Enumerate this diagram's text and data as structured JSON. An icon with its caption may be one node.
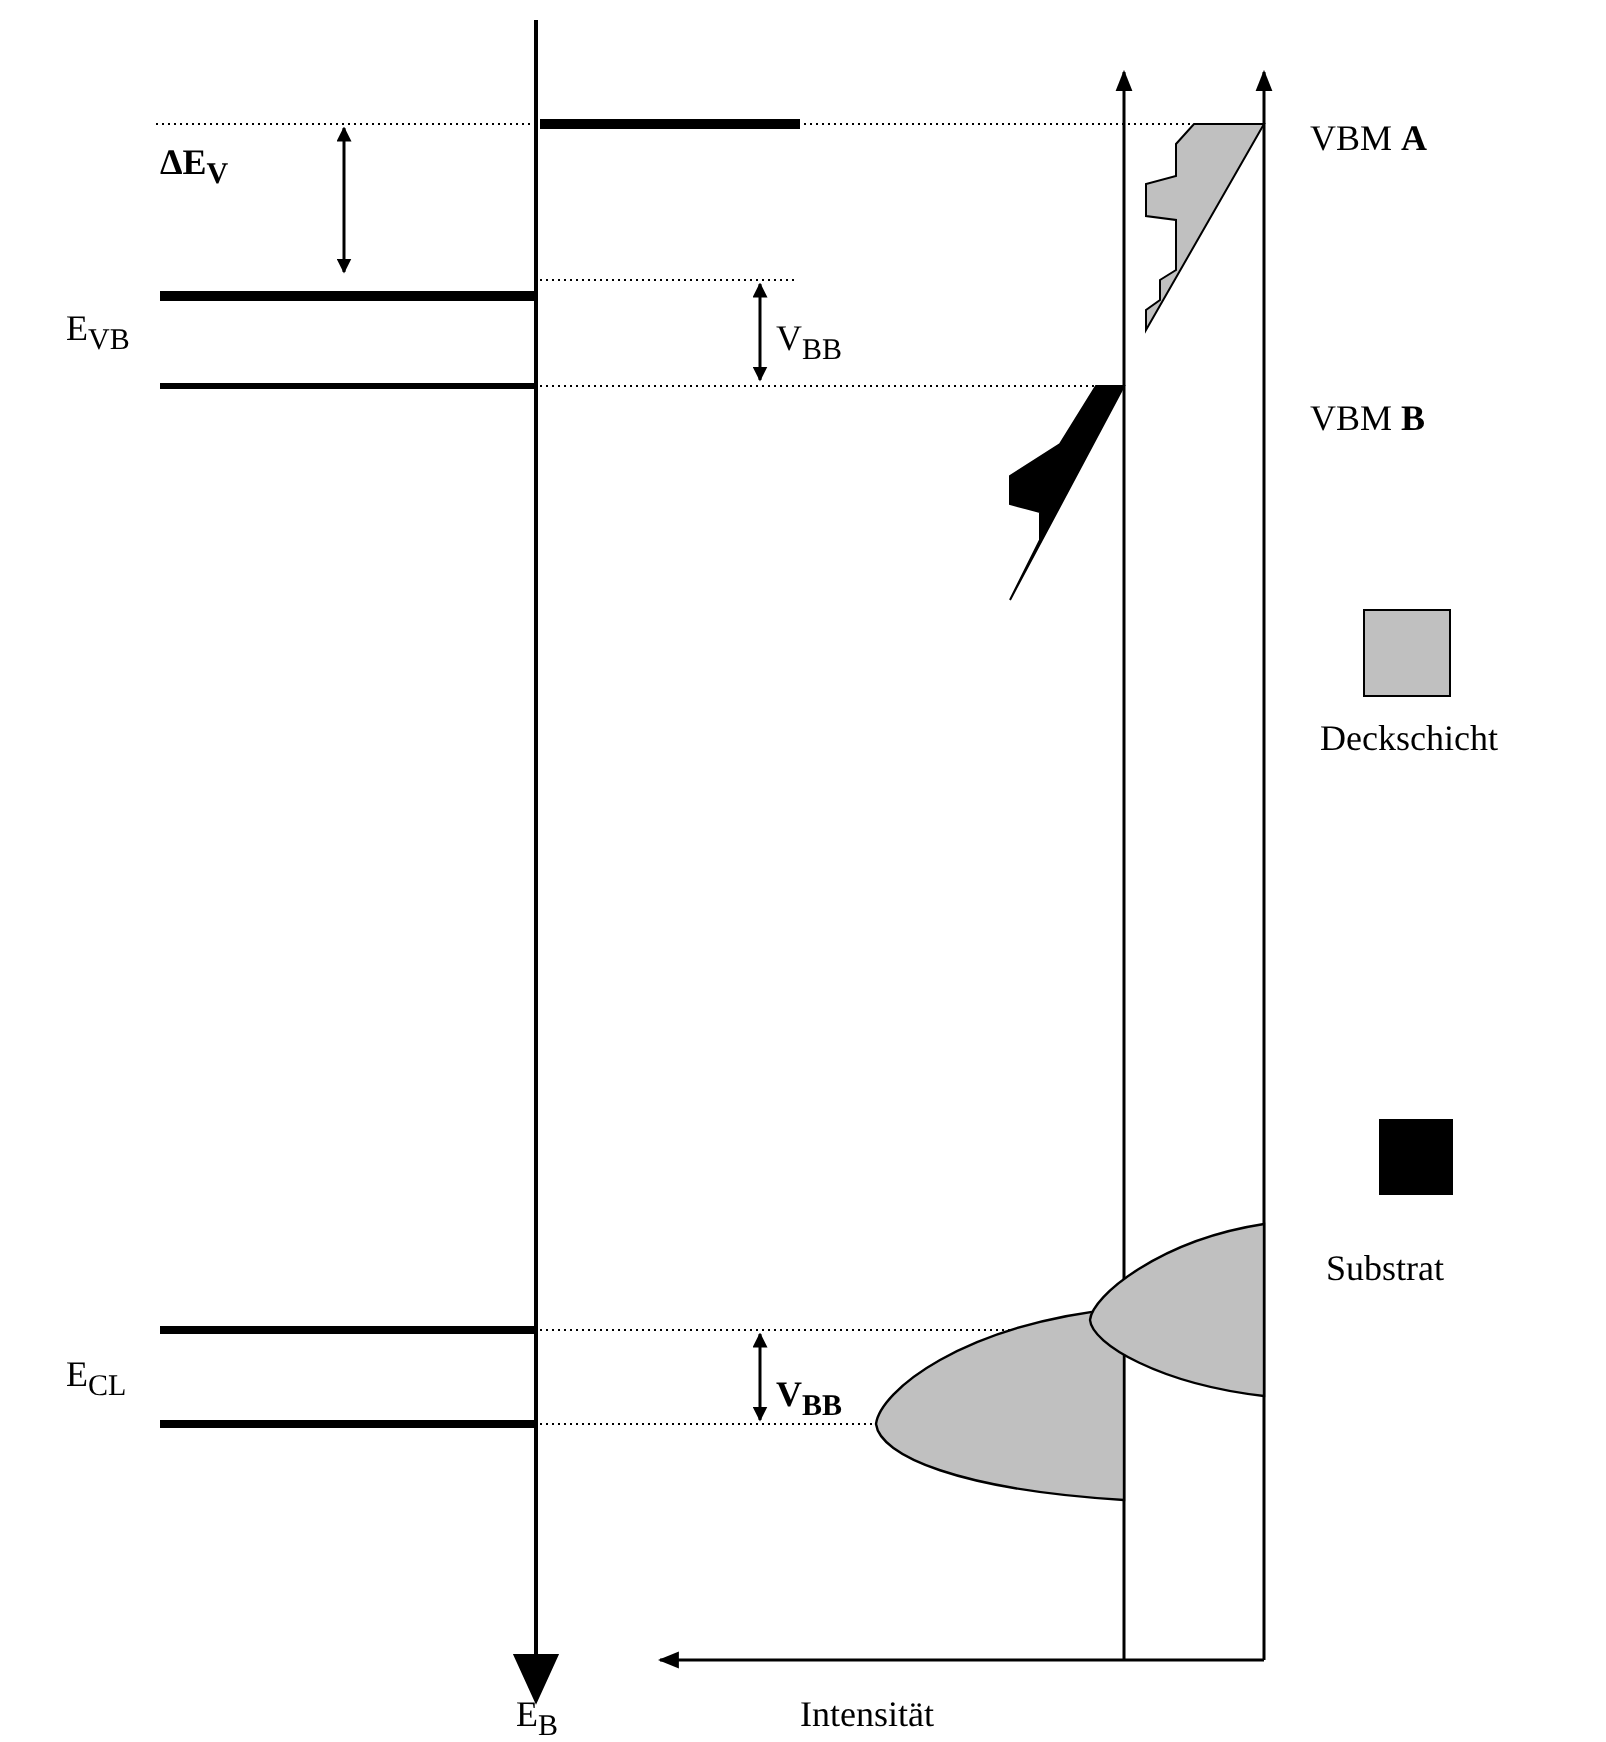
{
  "diagram": {
    "labels": [
      "ΔE$_{V}$",
      "E$_{VB}$",
      "V$_{BB}$",
      "VBM **A**",
      "VBM **B**",
      "E$_{CL}$",
      "V$_{BB}$",
      "E$_{B}$",
      "Intensität"
    ],
    "legend": [
      {
        "text": "Deckschicht",
        "color": "#c0c0c0"
      },
      {
        "text": "Substrat",
        "color": "#000000"
      }
    ]
  }
}
